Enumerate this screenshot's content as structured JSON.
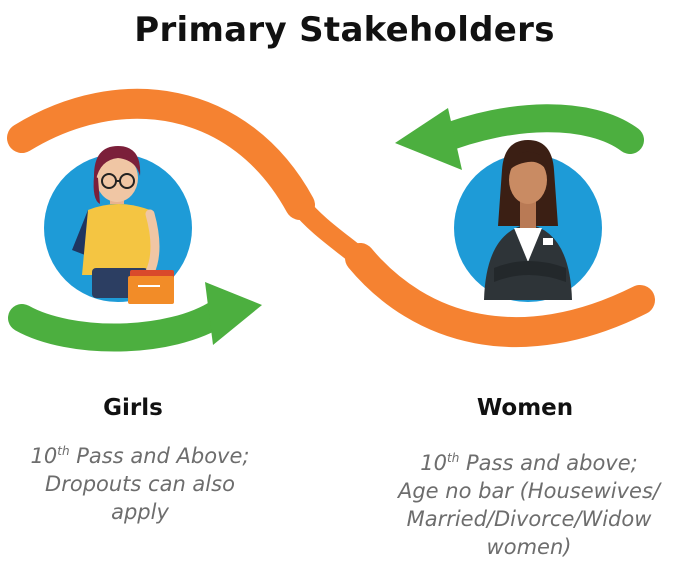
{
  "title": "Primary Stakeholders",
  "colors": {
    "orange": "#F58231",
    "green": "#4CAF3F",
    "circle_blue": "#1E9BD7",
    "text": "#111111",
    "desc_text": "#6d6d6d"
  },
  "stakeholders": [
    {
      "label": "Girls",
      "icon": "student-girl-icon",
      "desc": {
        "line1_num": "10",
        "line1_sup": "th",
        "line1_rest": " Pass and Above;",
        "line2": "Dropouts can also",
        "line3": "apply"
      }
    },
    {
      "label": "Women",
      "icon": "businesswoman-icon",
      "desc": {
        "line1_num": "10",
        "line1_sup": "th",
        "line1_rest": " Pass and above;",
        "line2": "Age no bar (Housewives/",
        "line3": "Married/Divorce/Widow",
        "line4": "women)"
      }
    }
  ]
}
